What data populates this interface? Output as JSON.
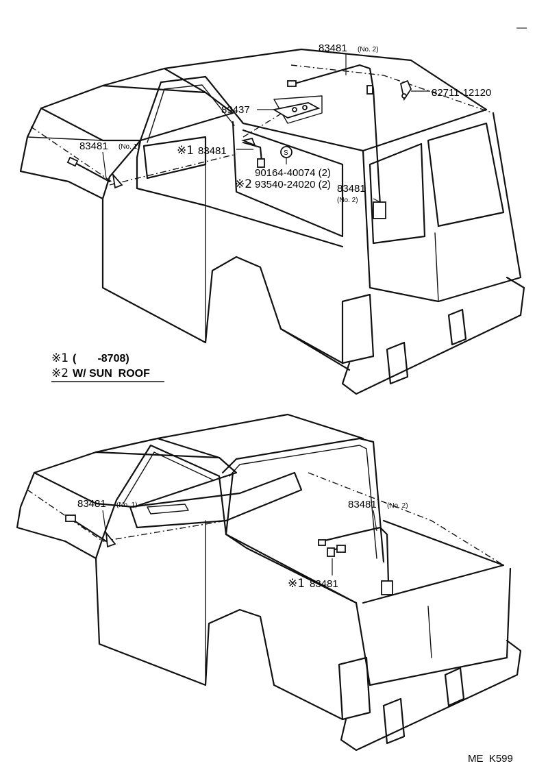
{
  "top_view": {
    "callouts": [
      {
        "id": "t_83481_no2_roof",
        "part": "83481",
        "sub": "(No. 2)"
      },
      {
        "id": "t_82711",
        "part": "82711-12120",
        "sub": ""
      },
      {
        "id": "t_89437",
        "part": "89437",
        "sub": ""
      },
      {
        "id": "t_83481_no1",
        "part": "83481",
        "sub": "(No. 1)"
      },
      {
        "id": "t_83481_mark1",
        "mark": "※1",
        "part": "83481",
        "sub": ""
      },
      {
        "id": "t_90164",
        "part": "90164-40074 (2)",
        "sub": ""
      },
      {
        "id": "t_93540",
        "mark": "※2",
        "part": "93540-24020 (2)",
        "sub": ""
      },
      {
        "id": "t_83481_no2_rear",
        "part": "83481",
        "sub": "(No. 2)"
      }
    ],
    "s_mark": "S"
  },
  "legend": {
    "line1_mark": "※1",
    "line1_text": "(       -8708)",
    "line2_mark": "※2",
    "line2_text": "W/ SUN  ROOF"
  },
  "bottom_view": {
    "callouts": [
      {
        "id": "b_83481_no1",
        "part": "83481",
        "sub": "(No. 1)"
      },
      {
        "id": "b_83481_no2",
        "part": "83481",
        "sub": "(No. 2)"
      },
      {
        "id": "b_83481_mark1",
        "mark": "※1",
        "part": "83481",
        "sub": ""
      }
    ]
  },
  "footer": {
    "code": "ME  K599",
    "corner_mark": "—"
  }
}
